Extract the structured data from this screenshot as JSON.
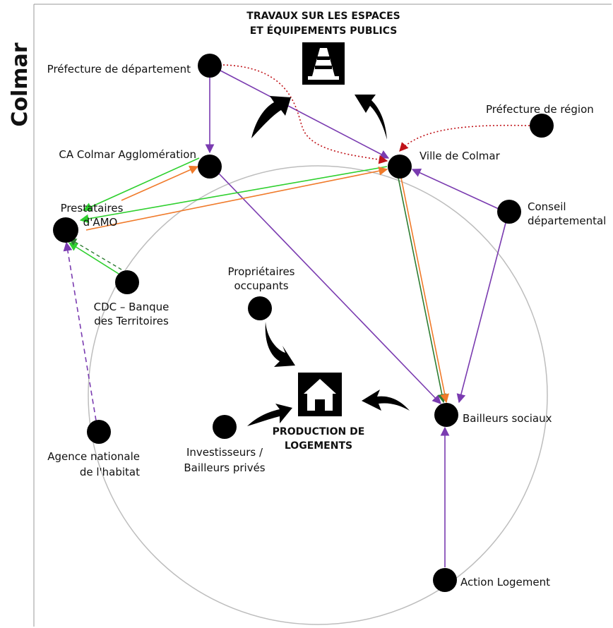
{
  "side_title": "Colmar",
  "hubs": {
    "travaux": {
      "line1": "TRAVAUX SUR LES ESPACES",
      "line2": "ET ÉQUIPEMENTS PUBLICS",
      "icon": "traffic-cone-icon"
    },
    "logements": {
      "line1": "PRODUCTION DE",
      "line2": "LOGEMENTS",
      "icon": "house-icon"
    }
  },
  "actors": {
    "prefecture_departement": {
      "label": [
        "Préfecture de département"
      ]
    },
    "ca_colmar": {
      "label": [
        "CA Colmar Agglomération"
      ]
    },
    "prestataires": {
      "label": [
        "Prestataires",
        "d'AMO"
      ]
    },
    "cdc": {
      "label": [
        "CDC – Banque",
        "des Territoires"
      ]
    },
    "anah": {
      "label": [
        "Agence nationale",
        "de l'habitat"
      ]
    },
    "proprietaires": {
      "label": [
        "Propriétaires",
        "occupants"
      ]
    },
    "investisseurs": {
      "label": [
        "Investisseurs /",
        "Bailleurs privés"
      ]
    },
    "ville": {
      "label": [
        "Ville de Colmar"
      ]
    },
    "prefecture_region": {
      "label": [
        "Préfecture de région"
      ]
    },
    "conseil_dep": {
      "label": [
        "Conseil",
        "départemental"
      ]
    },
    "bailleurs_sociaux": {
      "label": [
        "Bailleurs sociaux"
      ]
    },
    "action_logement": {
      "label": [
        "Action Logement"
      ]
    }
  },
  "colors": {
    "purple": "#7a3bb0",
    "red_dotted": "#c0141a",
    "green": "#2fd02f",
    "orange": "#f07a2a",
    "dark_green": "#2e7d32",
    "circle": "#bdbdbd"
  }
}
